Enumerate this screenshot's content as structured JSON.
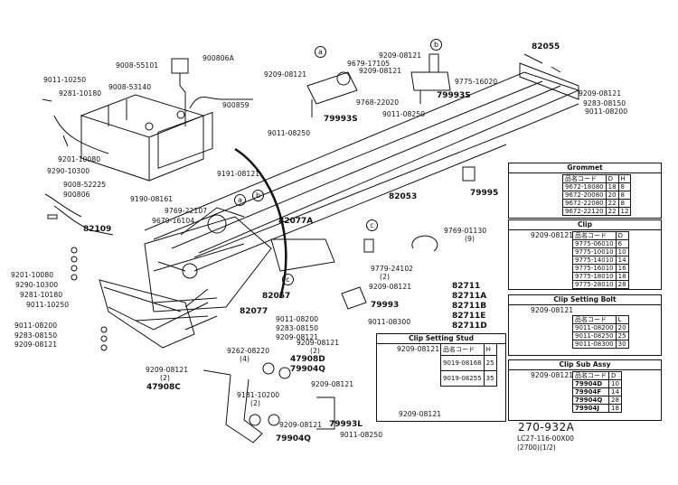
{
  "diagram": {
    "labels": {
      "p900806A": "900806A",
      "p9008_55101": "9008-55101",
      "p9008_53140": "9008-53140",
      "p900859": "900859",
      "p9011_10250a": "9011-10250",
      "p9281_10180a": "9281-10180",
      "p9201_10080a": "9201-10080",
      "p9290_10300a": "9290-10300",
      "p9008_52225": "9008-52225",
      "p900806": "900806",
      "p82109": "82109",
      "p9191_08121": "9191-08121",
      "p9190_08161": "9190-08161",
      "p9769_22107": "9769-22107",
      "p9679_16104": "9679-16104",
      "p82077A": "82077A",
      "p9201_10080b": "9201-10080",
      "p9290_10300b": "9290-10300",
      "p9281_10180b": "9281-10180",
      "p9011_10250b": "9011-10250",
      "p82057": "82057",
      "p82077": "82077",
      "p9011_08200a": "9011-08200",
      "p9283_08150a": "9283-08150",
      "p9209_08121a": "9209-08121",
      "p9011_08200b": "9011-08200",
      "p9283_08150b": "9283-08150",
      "p9209_08121b": "9209-08121",
      "p9262_08220": "9262-08220",
      "p9262_qty": "(4)",
      "p9209_08121c": "9209-08121",
      "p9209_qty": "(2)",
      "p47908D": "47908D",
      "p79904Qa": "79904Q",
      "p9209_08121d": "9209-08121",
      "p9209_qty2": "(2)",
      "p47908C": "47908C",
      "p9181_10200": "9181-10200",
      "p9181_qty": "(2)",
      "p9209_08121e": "9209-08121",
      "p9209_08121f": "9209-08121",
      "p79993L": "79993L",
      "p79904Qb": "79904Q",
      "p9011_08250c": "9011-08250",
      "p9209_08121g": "9209-08121",
      "p9679_17105": "9679-17105",
      "p9209_08121h": "9209-08121",
      "p9768_22020": "9768-22020",
      "p79993S_a": "79993S",
      "p9011_08250a": "9011-08250",
      "p9209_08121i": "9209-08121",
      "p9775_16020": "9775-16020",
      "p79993S_b": "79993S",
      "p9011_08250b": "9011-08250",
      "p82055": "82055",
      "p9209_08121j": "9209-08121",
      "p9283_08150c": "9283-08150",
      "p9011_08200c": "9011-08200",
      "p82053": "82053",
      "p79995": "79995",
      "p9769_01130": "9769-01130",
      "p9769_qty": "(9)",
      "p9779_24102": "9779-24102",
      "p9779_qty": "(2)",
      "p9209_08121k": "9209-08121",
      "p79993": "79993",
      "p9011_08300": "9011-08300",
      "p82711": "82711",
      "p82711A": "82711A",
      "p82711B": "82711B",
      "p82711E": "82711E",
      "p82711D": "82711D"
    },
    "callouts": {
      "a1": "a",
      "b1": "b",
      "a2": "a",
      "b2": "b",
      "c1": "c",
      "c2": "c"
    }
  },
  "tables": {
    "grommet": {
      "title": "Grommet",
      "header": [
        "品名コード",
        "D",
        "H"
      ],
      "rows": [
        [
          "9672-18080",
          "18",
          "8"
        ],
        [
          "9672-20080",
          "20",
          "8"
        ],
        [
          "9672-22080",
          "22",
          "8"
        ],
        [
          "9672-22120",
          "22",
          "12"
        ]
      ]
    },
    "clip": {
      "title": "Clip",
      "bolt": "9209-08121",
      "header": [
        "品名コード",
        "D"
      ],
      "rows": [
        [
          "9775-06010",
          "6"
        ],
        [
          "9775-10010",
          "10"
        ],
        [
          "9775-14010",
          "14"
        ],
        [
          "9775-16010",
          "16"
        ],
        [
          "9775-18010",
          "18"
        ],
        [
          "9775-28010",
          "28"
        ]
      ]
    },
    "clip_setting_bolt": {
      "title": "Clip Setting Bolt",
      "bolt": "9209-08121",
      "header": [
        "品名コード",
        "L"
      ],
      "rows": [
        [
          "9011-08200",
          "20"
        ],
        [
          "9011-08250",
          "25"
        ],
        [
          "9011-08300",
          "30"
        ]
      ]
    },
    "clip_setting_stud": {
      "title": "Clip Setting Stud",
      "bolt_top": "9209-08121",
      "bolt_bottom": "9209-08121",
      "header": [
        "品名コード",
        "H"
      ],
      "rows": [
        [
          "9019-08168",
          "25"
        ],
        [
          "9019-08255",
          "35"
        ]
      ]
    },
    "clip_sub_assy": {
      "title": "Clip Sub Assy",
      "bolt": "9209-08121",
      "header": [
        "品名コード",
        "D"
      ],
      "rows": [
        [
          "79904D",
          "10"
        ],
        [
          "79904F",
          "14"
        ],
        [
          "79904Q",
          "28"
        ],
        [
          "79904J",
          "18"
        ]
      ]
    }
  },
  "footer": {
    "number": "270-932A",
    "line1": "LC27-116-00X00",
    "line2": "(2700)(1/2)"
  }
}
